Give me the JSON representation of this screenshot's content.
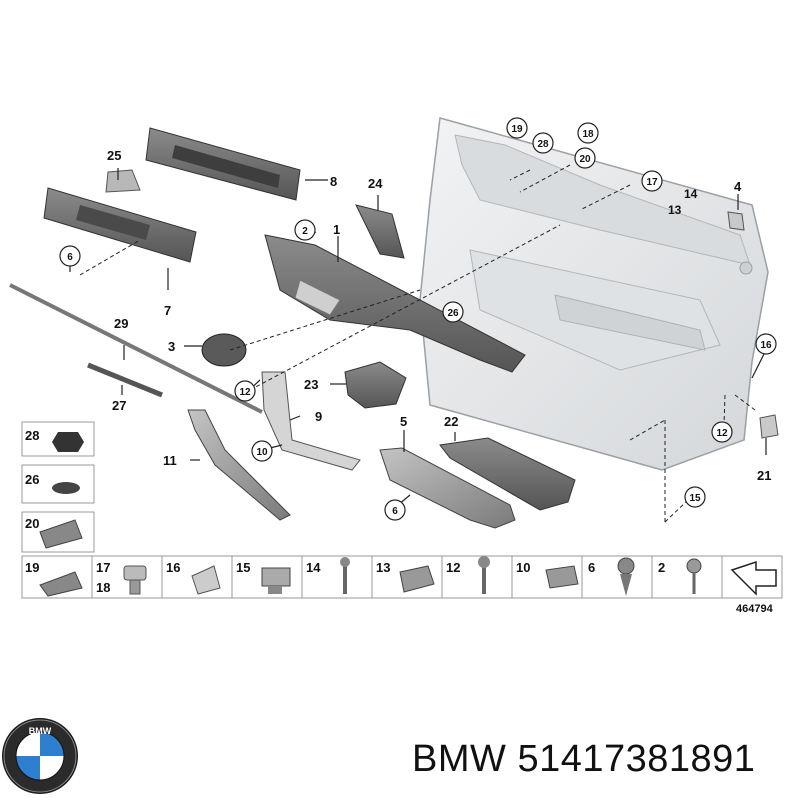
{
  "diagram": {
    "callouts": [
      {
        "id": "c-1",
        "label": "1"
      },
      {
        "id": "c-2",
        "label": "2"
      },
      {
        "id": "c-3",
        "label": "3"
      },
      {
        "id": "c-4",
        "label": "4"
      },
      {
        "id": "c-5",
        "label": "5"
      },
      {
        "id": "c-6a",
        "label": "6"
      },
      {
        "id": "c-6b",
        "label": "6"
      },
      {
        "id": "c-7",
        "label": "7"
      },
      {
        "id": "c-8",
        "label": "8"
      },
      {
        "id": "c-9",
        "label": "9"
      },
      {
        "id": "c-10",
        "label": "10"
      },
      {
        "id": "c-11",
        "label": "11"
      },
      {
        "id": "c-12a",
        "label": "12"
      },
      {
        "id": "c-12b",
        "label": "12"
      },
      {
        "id": "c-13",
        "label": "13"
      },
      {
        "id": "c-14",
        "label": "14"
      },
      {
        "id": "c-15",
        "label": "15"
      },
      {
        "id": "c-16",
        "label": "16"
      },
      {
        "id": "c-17",
        "label": "17"
      },
      {
        "id": "c-18",
        "label": "18"
      },
      {
        "id": "c-19",
        "label": "19"
      },
      {
        "id": "c-20",
        "label": "20"
      },
      {
        "id": "c-21",
        "label": "21"
      },
      {
        "id": "c-22",
        "label": "22"
      },
      {
        "id": "c-23",
        "label": "23"
      },
      {
        "id": "c-24",
        "label": "24"
      },
      {
        "id": "c-25",
        "label": "25"
      },
      {
        "id": "c-26",
        "label": "26"
      },
      {
        "id": "c-27",
        "label": "27"
      },
      {
        "id": "c-28",
        "label": "28"
      },
      {
        "id": "c-29",
        "label": "29"
      }
    ],
    "legend_side": [
      "28",
      "26",
      "20"
    ],
    "legend_bottom": [
      {
        "a": "19",
        "b": ""
      },
      {
        "a": "17",
        "b": "18"
      },
      {
        "a": "16",
        "b": ""
      },
      {
        "a": "15",
        "b": ""
      },
      {
        "a": "14",
        "b": ""
      },
      {
        "a": "13",
        "b": ""
      },
      {
        "a": "12",
        "b": ""
      },
      {
        "a": "10",
        "b": ""
      },
      {
        "a": "6",
        "b": ""
      },
      {
        "a": "2",
        "b": ""
      }
    ],
    "diagram_number": "464794"
  },
  "caption": {
    "brand": "BMW",
    "part_number": "51417381891"
  },
  "colors": {
    "part_dark": "#6f6f6f",
    "part_mid": "#9a9a9a",
    "panel_light": "#e6e8ea",
    "line": "#222222"
  }
}
